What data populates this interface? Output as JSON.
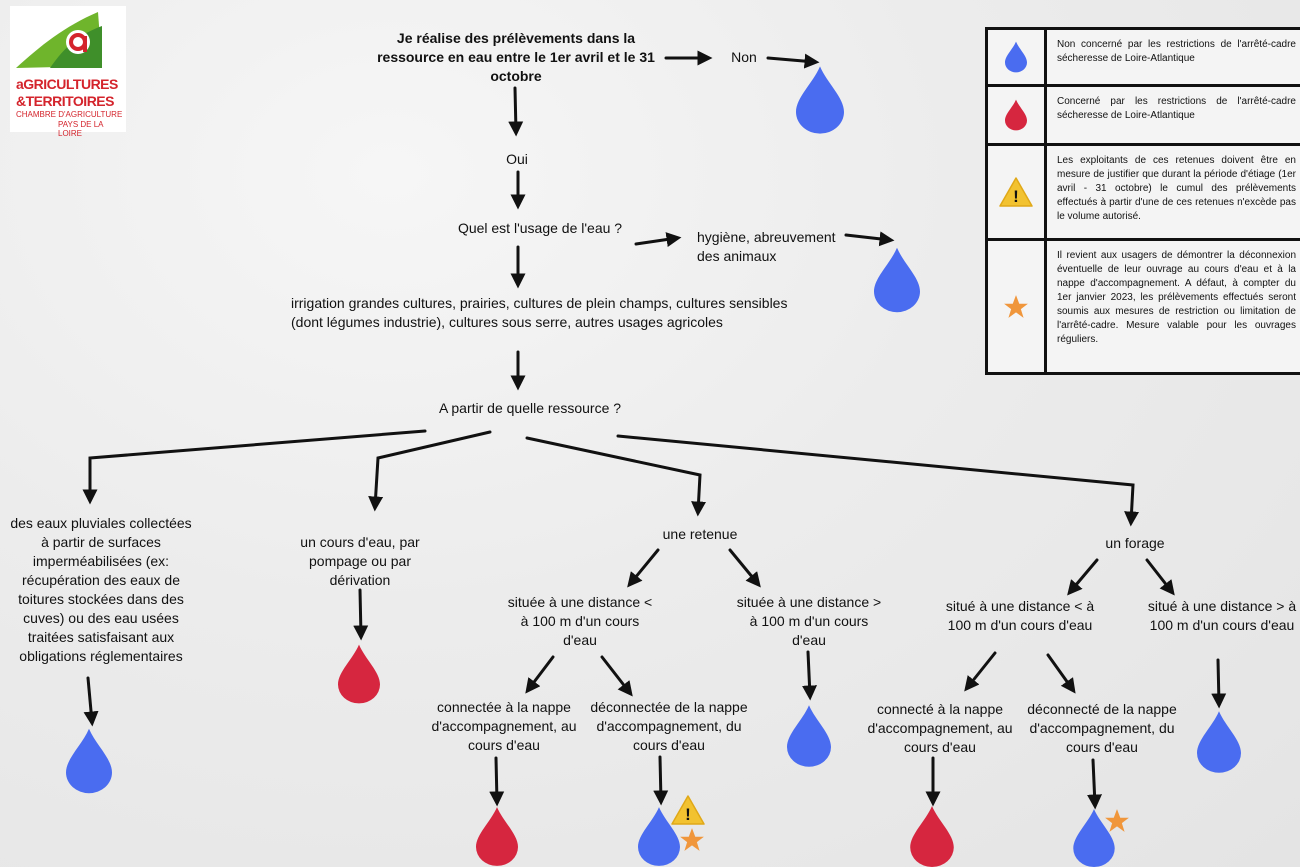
{
  "logo": {
    "line1": "aGRICULTURES",
    "line2": "&TERRITOIRES",
    "line3": "CHAMBRE D'AGRICULTURE",
    "line4": "PAYS DE LA LOIRE"
  },
  "colors": {
    "blue": "#4a6cf0",
    "red": "#d6263f",
    "warning": "#f2c230",
    "star": "#f0963b"
  },
  "legend": [
    {
      "icon": "blue-drop-icon",
      "text": "Non concerné par les restrictions de l'arrêté-cadre sécheresse de Loire-Atlantique"
    },
    {
      "icon": "red-drop-icon",
      "text": "Concerné par les restrictions de l'arrêté-cadre sécheresse de Loire-Atlantique"
    },
    {
      "icon": "warning-icon",
      "text": "Les exploitants de ces retenues doivent être en mesure de justifier que durant la période d'étiage (1er avril - 31 octobre) le cumul des prélèvements effectués à partir d'une de ces retenues n'excède pas le volume autorisé."
    },
    {
      "icon": "star-icon",
      "text": "Il revient aux usagers de démontrer la déconnexion éventuelle de leur ouvrage au cours d'eau et à la nappe d'accompagnement. A défaut, à compter du 1er janvier 2023, les prélèvements effectués seront soumis aux mesures de restriction ou limitation de l'arrêté-cadre. Mesure valable pour les ouvrages réguliers."
    }
  ],
  "flow": {
    "q1": "Je réalise des prélèvements dans la ressource en eau entre le 1er avril et le 31 octobre",
    "non": "Non",
    "oui": "Oui",
    "q2": "Quel est l'usage de l'eau ?",
    "hygiene": "hygiène, abreuvement des animaux",
    "irrigation": "irrigation grandes cultures, prairies, cultures de plein champs, cultures sensibles (dont légumes industrie), cultures sous serre, autres usages agricoles",
    "q3": "A partir de quelle ressource ?",
    "pluviales": "des eaux pluviales collectées à partir de surfaces imperméabilisées (ex: récupération des eaux de toitures stockées dans des cuves) ou des eau usées traitées satisfaisant aux obligations réglementaires",
    "cours": "un cours d'eau, par pompage ou par dérivation",
    "retenue": "une retenue",
    "retenue_lt": "située à une distance < à 100 m d'un cours d'eau",
    "retenue_gt": "située à une distance > à 100 m d'un cours d'eau",
    "retenue_conn": "connectée à la nappe d'accompagnement, au cours d'eau",
    "retenue_deconn": "déconnectée de la nappe d'accompagnement, du cours d'eau",
    "forage": "un forage",
    "forage_lt": "situé à une distance < à 100 m d'un cours d'eau",
    "forage_gt": "situé à une distance > à 100 m d'un cours d'eau",
    "forage_conn": "connecté à la nappe d'accompagnement, au cours d'eau",
    "forage_deconn": "déconnecté de la nappe d'accompagnement, du cours d'eau"
  }
}
